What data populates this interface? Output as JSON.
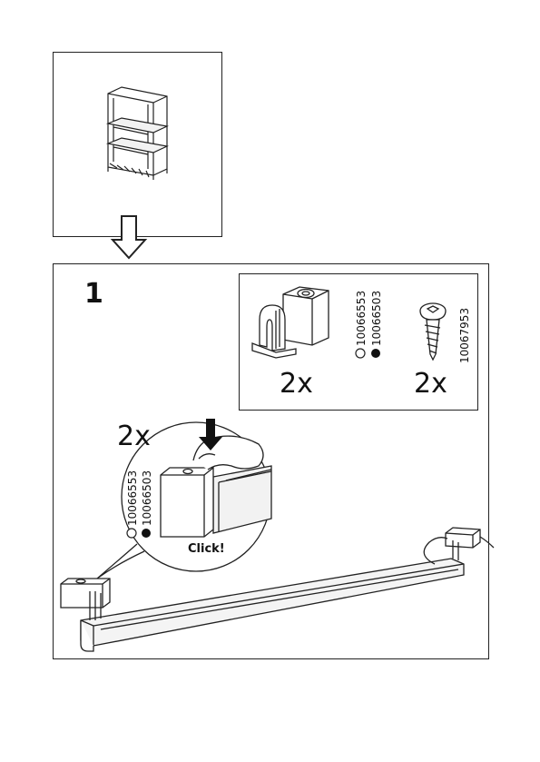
{
  "step": {
    "number": "1"
  },
  "parts_box": {
    "bracket": {
      "quantity": "2x",
      "part_no_white": "10066553",
      "part_no_black": "10066503"
    },
    "screw": {
      "quantity": "2x",
      "part_no": "10067953"
    }
  },
  "detail": {
    "quantity": "2x",
    "part_no_white": "10066553",
    "part_no_black": "10066503",
    "click_label": "Click!"
  },
  "colors": {
    "line": "#222222",
    "fill_dark": "#e6e6e6"
  }
}
